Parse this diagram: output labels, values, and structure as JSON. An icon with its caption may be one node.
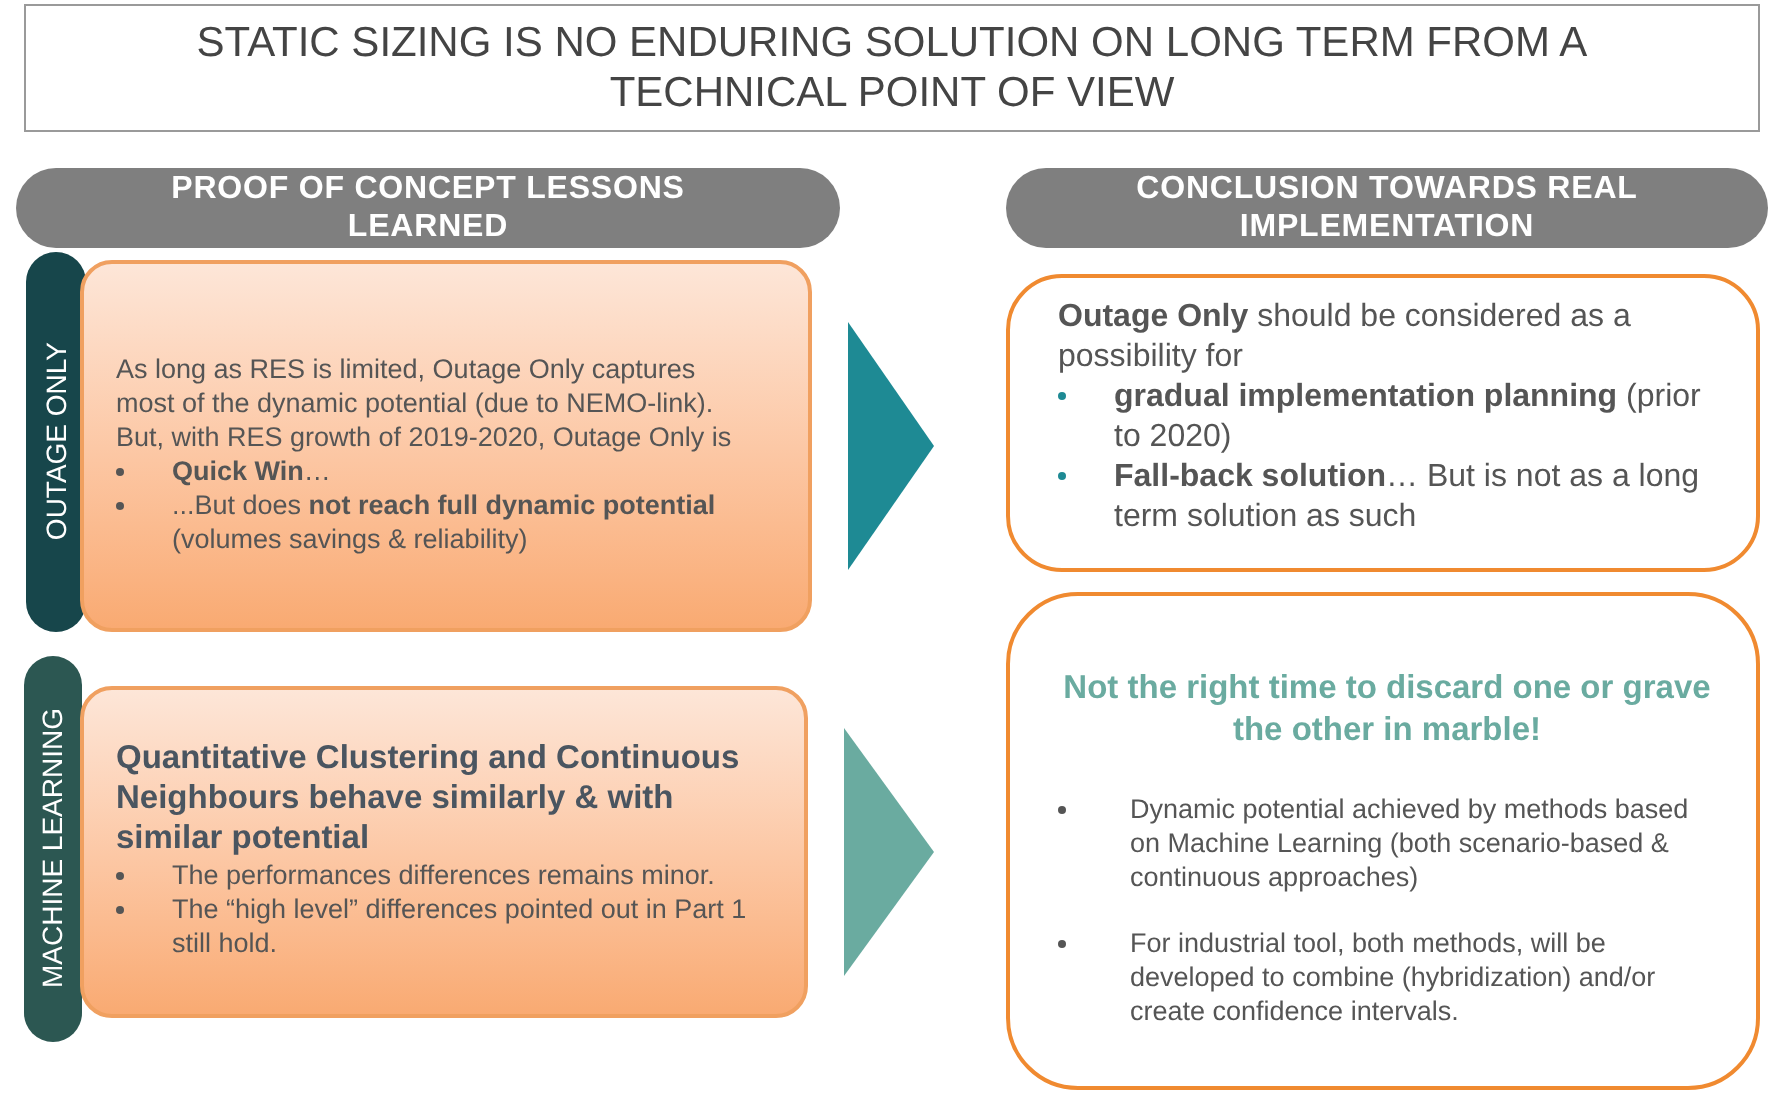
{
  "diagram": {
    "title": "STATIC SIZING IS NO ENDURING SOLUTION ON LONG TERM FROM A TECHNICAL POINT OF VIEW",
    "nodes": [
      {
        "text": [
          "PROOF OF CONCEPT LESSONS LEARNED"
        ]
      },
      {
        "text": [
          "CONCLUSION TOWARDS REAL IMPLEMENTATION"
        ]
      },
      {
        "text": [
          "OUTAGE ONLY"
        ]
      },
      {
        "text": [
          "As long as RES is limited, Outage Only captures most of the dynamic potential (due to NEMO-link). But, with RES growth of 2019-2020, Outage Only is",
          "**Quick Win**…",
          "...But does **not reach full dynamic potential** (volumes savings & reliability)"
        ]
      },
      {
        "text": [
          "MACHINE LEARNING"
        ]
      },
      {
        "text": [
          "Quantitative Clustering and Continuous Neighbours behave similarly & with similar potential",
          "The performances differences remains minor.",
          "The “high level” differences pointed out in Part 1 still hold."
        ]
      },
      {
        "text": [
          "**Outage Only** should be considered as a possibility for",
          "**gradual implementation planning** (prior to 2020)",
          "**Fall-back solution**… But is not as a long term solution as such"
        ]
      },
      {
        "text": [
          "Not the right time to discard one or grave the other in marble!",
          "Dynamic potential achieved by methods based on Machine Learning (both scenario-based & continuous approaches)",
          "For industrial tool, both methods, will be developed to combine  (hybridization) and/or  create confidence intervals."
        ]
      }
    ],
    "edges": [
      {
        "from": 3,
        "to": 6,
        "arrow": "to",
        "style": "thick",
        "color": "#1e8a94"
      },
      {
        "from": 5,
        "to": 7,
        "arrow": "to",
        "style": "thick",
        "color": "#6aaba0"
      }
    ]
  }
}
